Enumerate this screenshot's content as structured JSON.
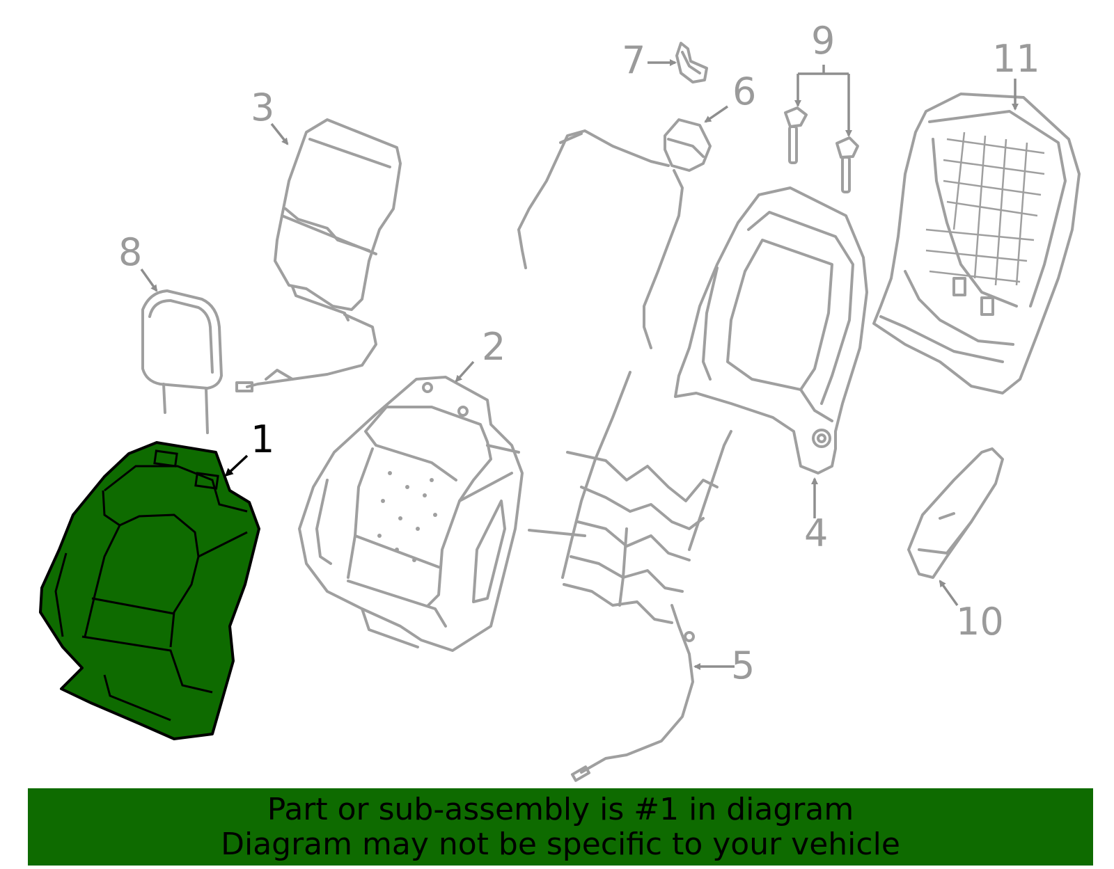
{
  "callouts": {
    "c1": "1",
    "c2": "2",
    "c3": "3",
    "c4": "4",
    "c5": "5",
    "c6": "6",
    "c7": "7",
    "c8": "8",
    "c9": "9",
    "c10": "10",
    "c11": "11"
  },
  "banner": {
    "line1": "Part or sub-assembly is #1 in diagram",
    "line2": "Diagram may not be specific to your vehicle"
  },
  "colors": {
    "highlight": "#0e6b00",
    "parts": "#9f9f9f",
    "banner": "#0e6b00"
  }
}
